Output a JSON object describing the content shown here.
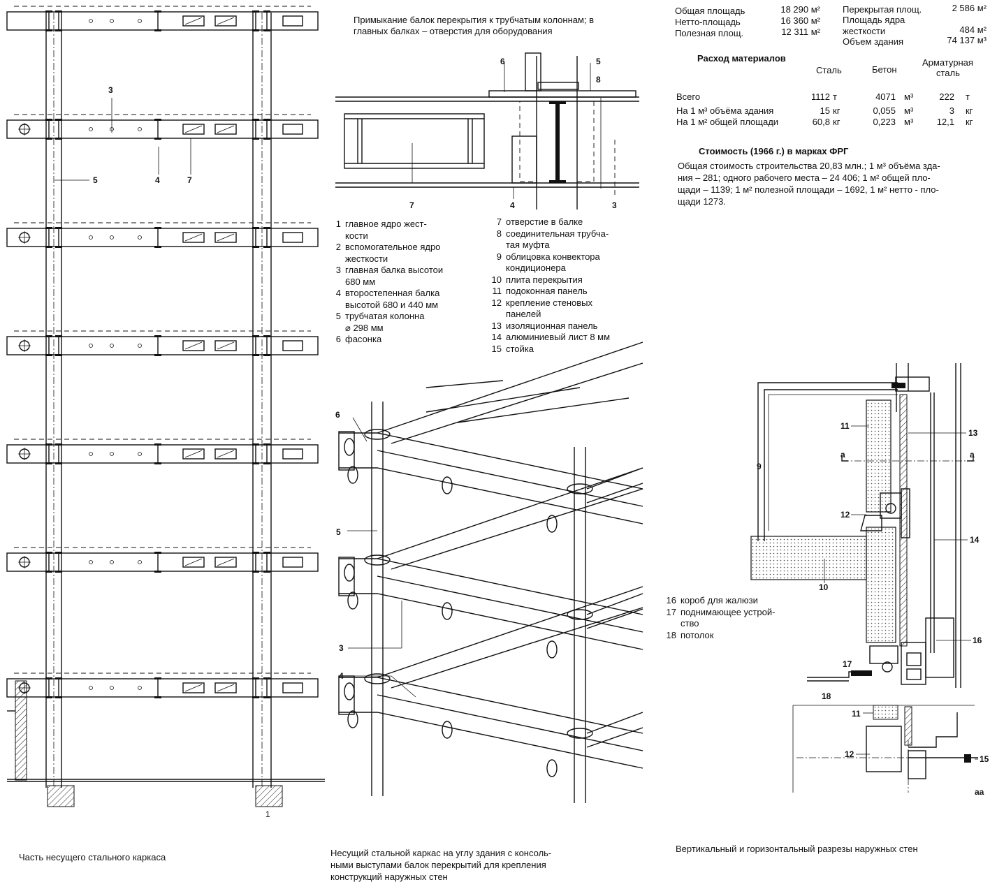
{
  "stats": {
    "gross_label": "Общая площадь",
    "gross": "18 290 м²",
    "net_label": "Нетто-площадь",
    "net": "16 360 м²",
    "useful_label": "Полезная площ.",
    "useful": "12 311 м²",
    "covered_label": "Перекрытая площ.",
    "covered": "2 586 м²",
    "core_label1": "Площадь ядра",
    "core_label2": "жесткости",
    "core": "484 м²",
    "volume_label": "Объем здания",
    "volume": "74 137 м³"
  },
  "materials": {
    "title": "Расход материалов",
    "col_steel": "Сталь",
    "col_concrete": "Бетон",
    "col_rebar1": "Арматурная",
    "col_rebar2": "сталь",
    "rows": [
      {
        "label": "Всего",
        "steel": "1112",
        "su": "т",
        "concrete": "4071",
        "cu": "м³",
        "rebar": "222",
        "ru": "т"
      },
      {
        "label": "На 1 м³ объёма здания",
        "steel": "15",
        "su": "кг",
        "concrete": "0,055",
        "cu": "м³",
        "rebar": "3",
        "ru": "кг"
      },
      {
        "label": "На 1 м² общей площади",
        "steel": "60,8",
        "su": "кг",
        "concrete": "0,223",
        "cu": "м³",
        "rebar": "12,1",
        "ru": "кг"
      }
    ]
  },
  "cost": {
    "title": "Стоимость (1966 г.) в марках ФРГ",
    "lines": [
      "Общая стоимость строительства 20,83 млн.; 1 м³ объёма зда-",
      "ния – 281; одного рабочего места – 24 406; 1 м² общей пло-",
      "щади – 1139; 1 м² полезной площади – 1692, 1 м² нетто - пло-",
      "щади 1273."
    ]
  },
  "top_caption": [
    "Примыкание балок перекрытия к трубчатым колоннам; в",
    "главных балках – отверстия для оборудования"
  ],
  "legend_a": [
    {
      "n": "1",
      "l": [
        "главное ядро жест-",
        "кости"
      ]
    },
    {
      "n": "2",
      "l": [
        "вспомогательное ядро",
        "жесткости"
      ]
    },
    {
      "n": "3",
      "l": [
        "главная балка высотои",
        "680 мм"
      ]
    },
    {
      "n": "4",
      "l": [
        "второстепенная балка",
        "высотой 680 и 440 мм"
      ]
    },
    {
      "n": "5",
      "l": [
        "трубчатая колонна",
        "⌀ 298 мм"
      ]
    },
    {
      "n": "6",
      "l": [
        "фасонка"
      ]
    }
  ],
  "legend_b": [
    {
      "n": "7",
      "l": [
        "отверстие в балке"
      ]
    },
    {
      "n": "8",
      "l": [
        "соединительная трубча-",
        "тая муфта"
      ]
    },
    {
      "n": "9",
      "l": [
        "облицовка конвектора",
        "кондиционера"
      ]
    },
    {
      "n": "10",
      "l": [
        "плита перекрытия"
      ]
    },
    {
      "n": "11",
      "l": [
        "подоконная панель"
      ]
    },
    {
      "n": "12",
      "l": [
        "крепление стеновых",
        "панелей"
      ]
    },
    {
      "n": "13",
      "l": [
        "изоляционная панель"
      ]
    },
    {
      "n": "14",
      "l": [
        "алюминиевый лист 8 мм"
      ]
    },
    {
      "n": "15",
      "l": [
        "стойка"
      ]
    }
  ],
  "legend_c": [
    {
      "n": "16",
      "l": [
        "короб для жалюзи"
      ]
    },
    {
      "n": "17",
      "l": [
        "поднимающее устрой-",
        "ство"
      ]
    },
    {
      "n": "18",
      "l": [
        "потолок"
      ]
    }
  ],
  "captions": {
    "frame": "Часть несущего стального каркаса",
    "iso": [
      "Несущий стальной каркас на углу здания с консоль-",
      "ными выступами балок перекрытий для крепления",
      "конструкций наружных стен"
    ],
    "section": "Вертикальный и горизонтальный разрезы наружных стен"
  },
  "callouts": {
    "c1": "1",
    "c3": "3",
    "c4": "4",
    "c5": "5",
    "c6": "6",
    "c7": "7",
    "c8": "8",
    "c9": "9",
    "c10": "10",
    "c11": "11",
    "c12": "12",
    "c13": "13",
    "c14": "14",
    "c15": "15",
    "c16": "16",
    "c17": "17",
    "c18": "18",
    "ca": "а",
    "caa": "аа"
  }
}
